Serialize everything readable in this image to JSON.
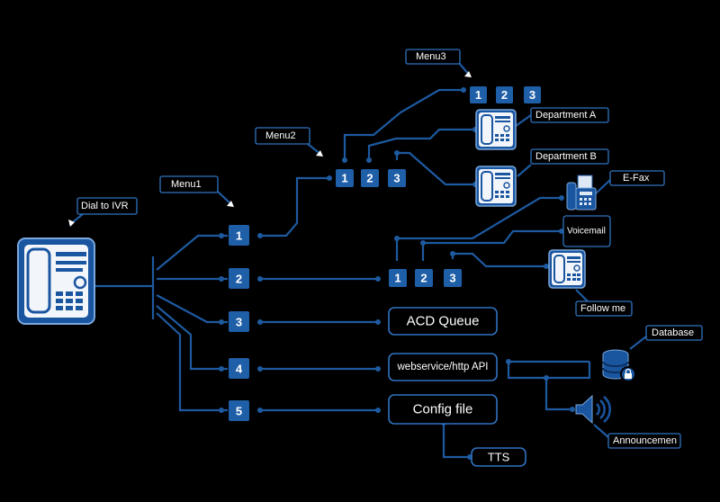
{
  "labels": {
    "dial_to_ivr": "Dial to IVR",
    "menu1": "Menu1",
    "menu2": "Menu2",
    "menu3": "Menu3",
    "department_a": "Department A",
    "department_b": "Department B",
    "efax": "E-Fax",
    "voicemail": "Voicemail",
    "follow_me": "Follow me",
    "database": "Database",
    "announcement": "Announcemen"
  },
  "menu1_options": [
    "1",
    "2",
    "3",
    "4",
    "5"
  ],
  "menu2_options": [
    "1",
    "2",
    "3"
  ],
  "menu3_options": [
    "1",
    "2",
    "3"
  ],
  "menu_option2_sub": [
    "1",
    "2",
    "3"
  ],
  "boxes": {
    "acd_queue": "ACD Queue",
    "webservice": "webservice/http API",
    "config_file": "Config file",
    "tts": "TTS"
  },
  "colors": {
    "wire": "#1d5aa0",
    "badge": "#1f5fa8",
    "outline": "#2f73c0",
    "phone_body": "#1a55a0",
    "phone_face": "#f2f5fa"
  },
  "icons": [
    "phone-icon",
    "fax-icon",
    "database-icon",
    "speaker-icon"
  ]
}
